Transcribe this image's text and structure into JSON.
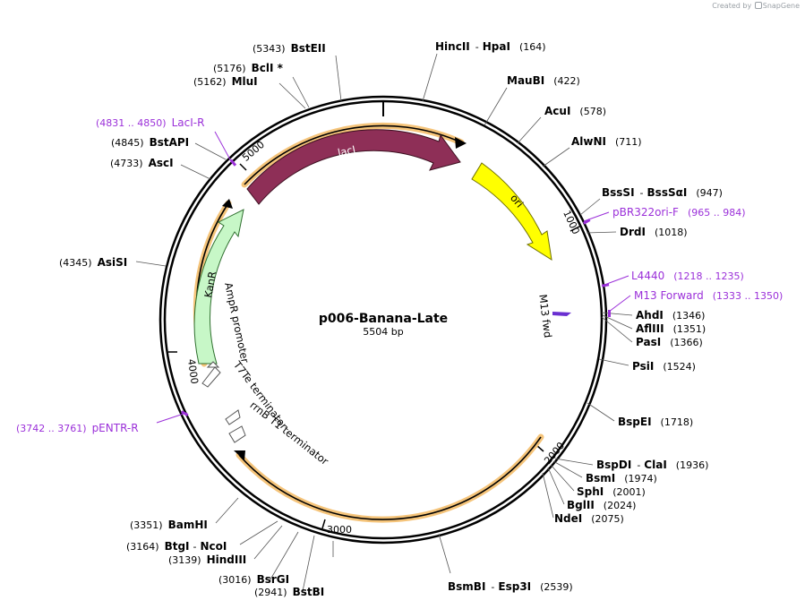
{
  "credit": {
    "prefix": "Created by",
    "brand": "SnapGene"
  },
  "plasmid": {
    "name": "p006-Banana-Late",
    "size_label": "5504 bp",
    "length": 5504
  },
  "ticks": [
    "1000",
    "2000",
    "3000",
    "4000",
    "5000"
  ],
  "features": [
    {
      "name": "lacI",
      "color": "#8e2f57"
    },
    {
      "name": "ori",
      "color": "#ffff00"
    },
    {
      "name": "KanR",
      "color": "#c7f7c7"
    },
    {
      "name": "M13 fwd",
      "color": "#6a2fd1"
    },
    {
      "name": "AmpR promoter"
    },
    {
      "name": "T7Te terminator"
    },
    {
      "name": "rrnB T1 terminator"
    }
  ],
  "enzymes": [
    {
      "pos": "(5343)",
      "names": [
        "BstEII"
      ]
    },
    {
      "pos": "(5176)",
      "names": [
        "BclI *"
      ]
    },
    {
      "pos": "(5162)",
      "names": [
        "MluI"
      ]
    },
    {
      "pos": "(4845)",
      "names": [
        "BstAPI"
      ]
    },
    {
      "pos": "(4733)",
      "names": [
        "AscI"
      ]
    },
    {
      "pos": "(4345)",
      "names": [
        "AsiSI"
      ]
    },
    {
      "pos": "(3351)",
      "names": [
        "BamHI"
      ]
    },
    {
      "pos": "(3164)",
      "names": [
        "BtgI",
        "NcoI"
      ]
    },
    {
      "pos": "(3139)",
      "names": [
        "HindIII"
      ]
    },
    {
      "pos": "(3016)",
      "names": [
        "BsrGI"
      ]
    },
    {
      "pos": "(2941)",
      "names": [
        "BstBI"
      ]
    },
    {
      "pos": "(164)",
      "names": [
        "HincII",
        "HpaI"
      ]
    },
    {
      "pos": "(422)",
      "names": [
        "MauBI"
      ]
    },
    {
      "pos": "(578)",
      "names": [
        "AcuI"
      ]
    },
    {
      "pos": "(711)",
      "names": [
        "AlwNI"
      ]
    },
    {
      "pos": "(947)",
      "names": [
        "BssSI",
        "BssSαI"
      ]
    },
    {
      "pos": "(1018)",
      "names": [
        "DrdI"
      ]
    },
    {
      "pos": "(1346)",
      "names": [
        "AhdI"
      ]
    },
    {
      "pos": "(1351)",
      "names": [
        "AflIII"
      ]
    },
    {
      "pos": "(1366)",
      "names": [
        "PasI"
      ]
    },
    {
      "pos": "(1524)",
      "names": [
        "PsiI"
      ]
    },
    {
      "pos": "(1718)",
      "names": [
        "BspEI"
      ]
    },
    {
      "pos": "(1936)",
      "names": [
        "BspDI",
        "ClaI"
      ]
    },
    {
      "pos": "(1974)",
      "names": [
        "BsmI"
      ]
    },
    {
      "pos": "(2001)",
      "names": [
        "SphI"
      ]
    },
    {
      "pos": "(2024)",
      "names": [
        "BglII"
      ]
    },
    {
      "pos": "(2075)",
      "names": [
        "NdeI"
      ]
    },
    {
      "pos": "(2539)",
      "names": [
        "BsmBI",
        "Esp3I"
      ]
    }
  ],
  "primers": [
    {
      "range": "(4831 .. 4850)",
      "name": "LacI-R"
    },
    {
      "range": "(965 .. 984)",
      "name": "pBR322ori-F"
    },
    {
      "range": "(1218 .. 1235)",
      "name": "L4440"
    },
    {
      "range": "(1333 .. 1350)",
      "name": "M13 Forward"
    },
    {
      "range": "(3742 .. 3761)",
      "name": "pENTR-R"
    }
  ]
}
